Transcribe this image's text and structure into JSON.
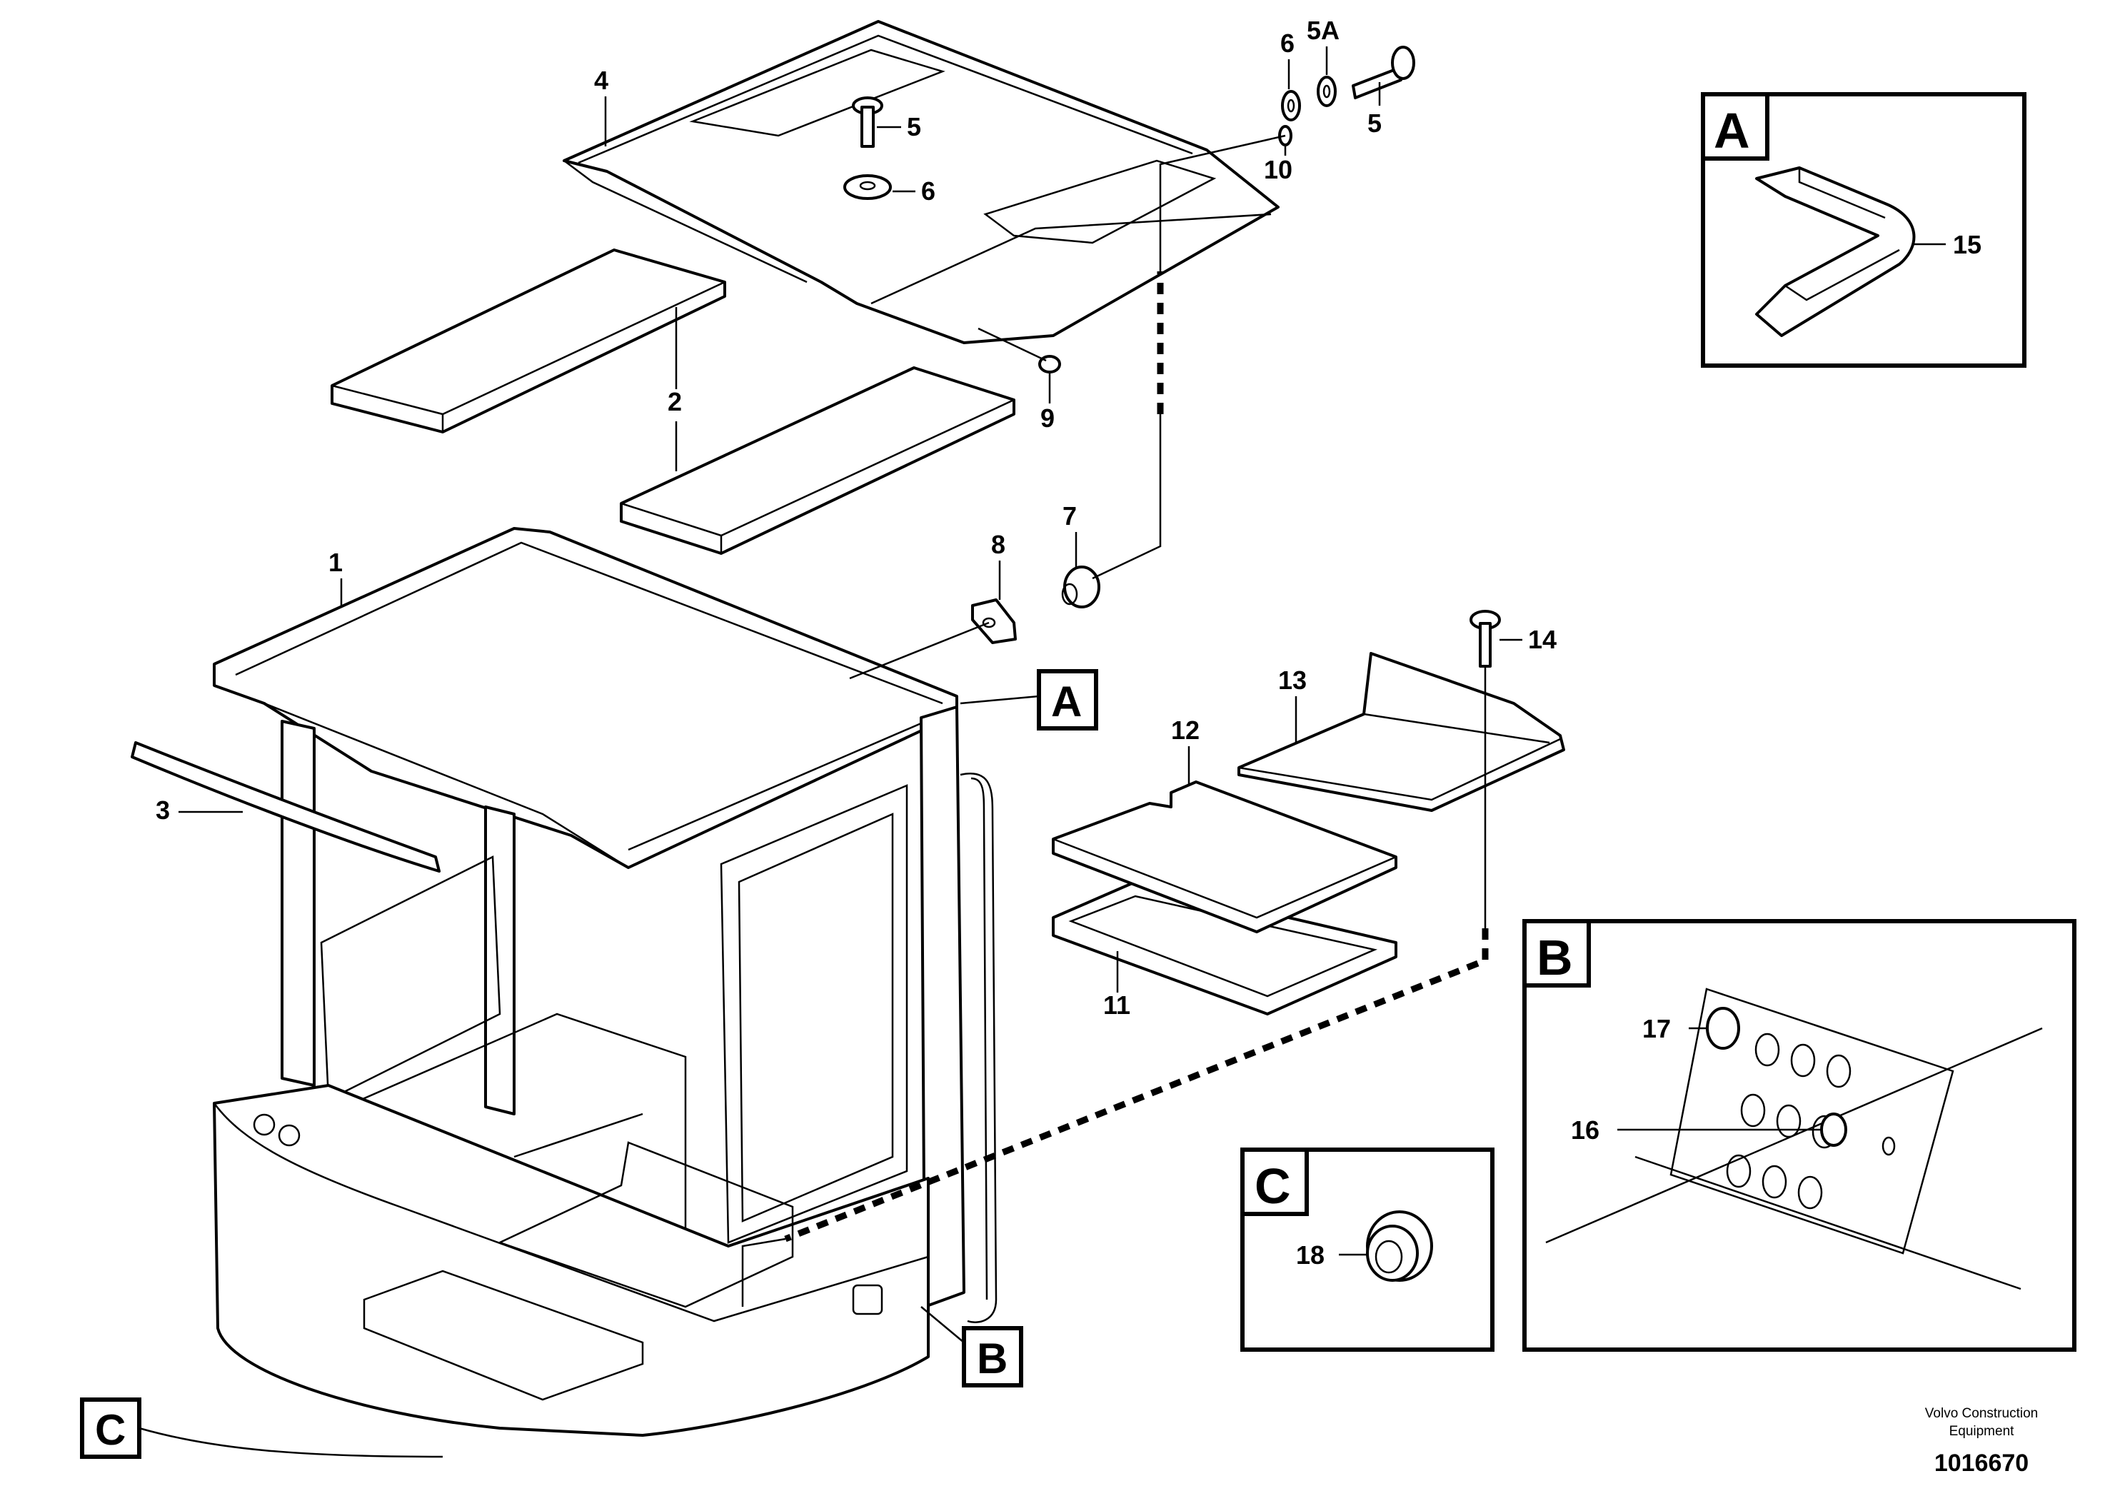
{
  "diagram": {
    "labels": [
      "1",
      "2",
      "3",
      "4",
      "5",
      "5A",
      "6",
      "7",
      "8",
      "9",
      "10",
      "11",
      "12",
      "13",
      "14",
      "15",
      "16",
      "17",
      "18"
    ],
    "callouts": {
      "a": "A",
      "b": "B",
      "c": "C"
    },
    "details": {
      "a": "A",
      "b": "B",
      "c": "C"
    }
  },
  "footer": {
    "company_line1": "Volvo Construction",
    "company_line2": "Equipment",
    "drawing_number": "1016670"
  }
}
